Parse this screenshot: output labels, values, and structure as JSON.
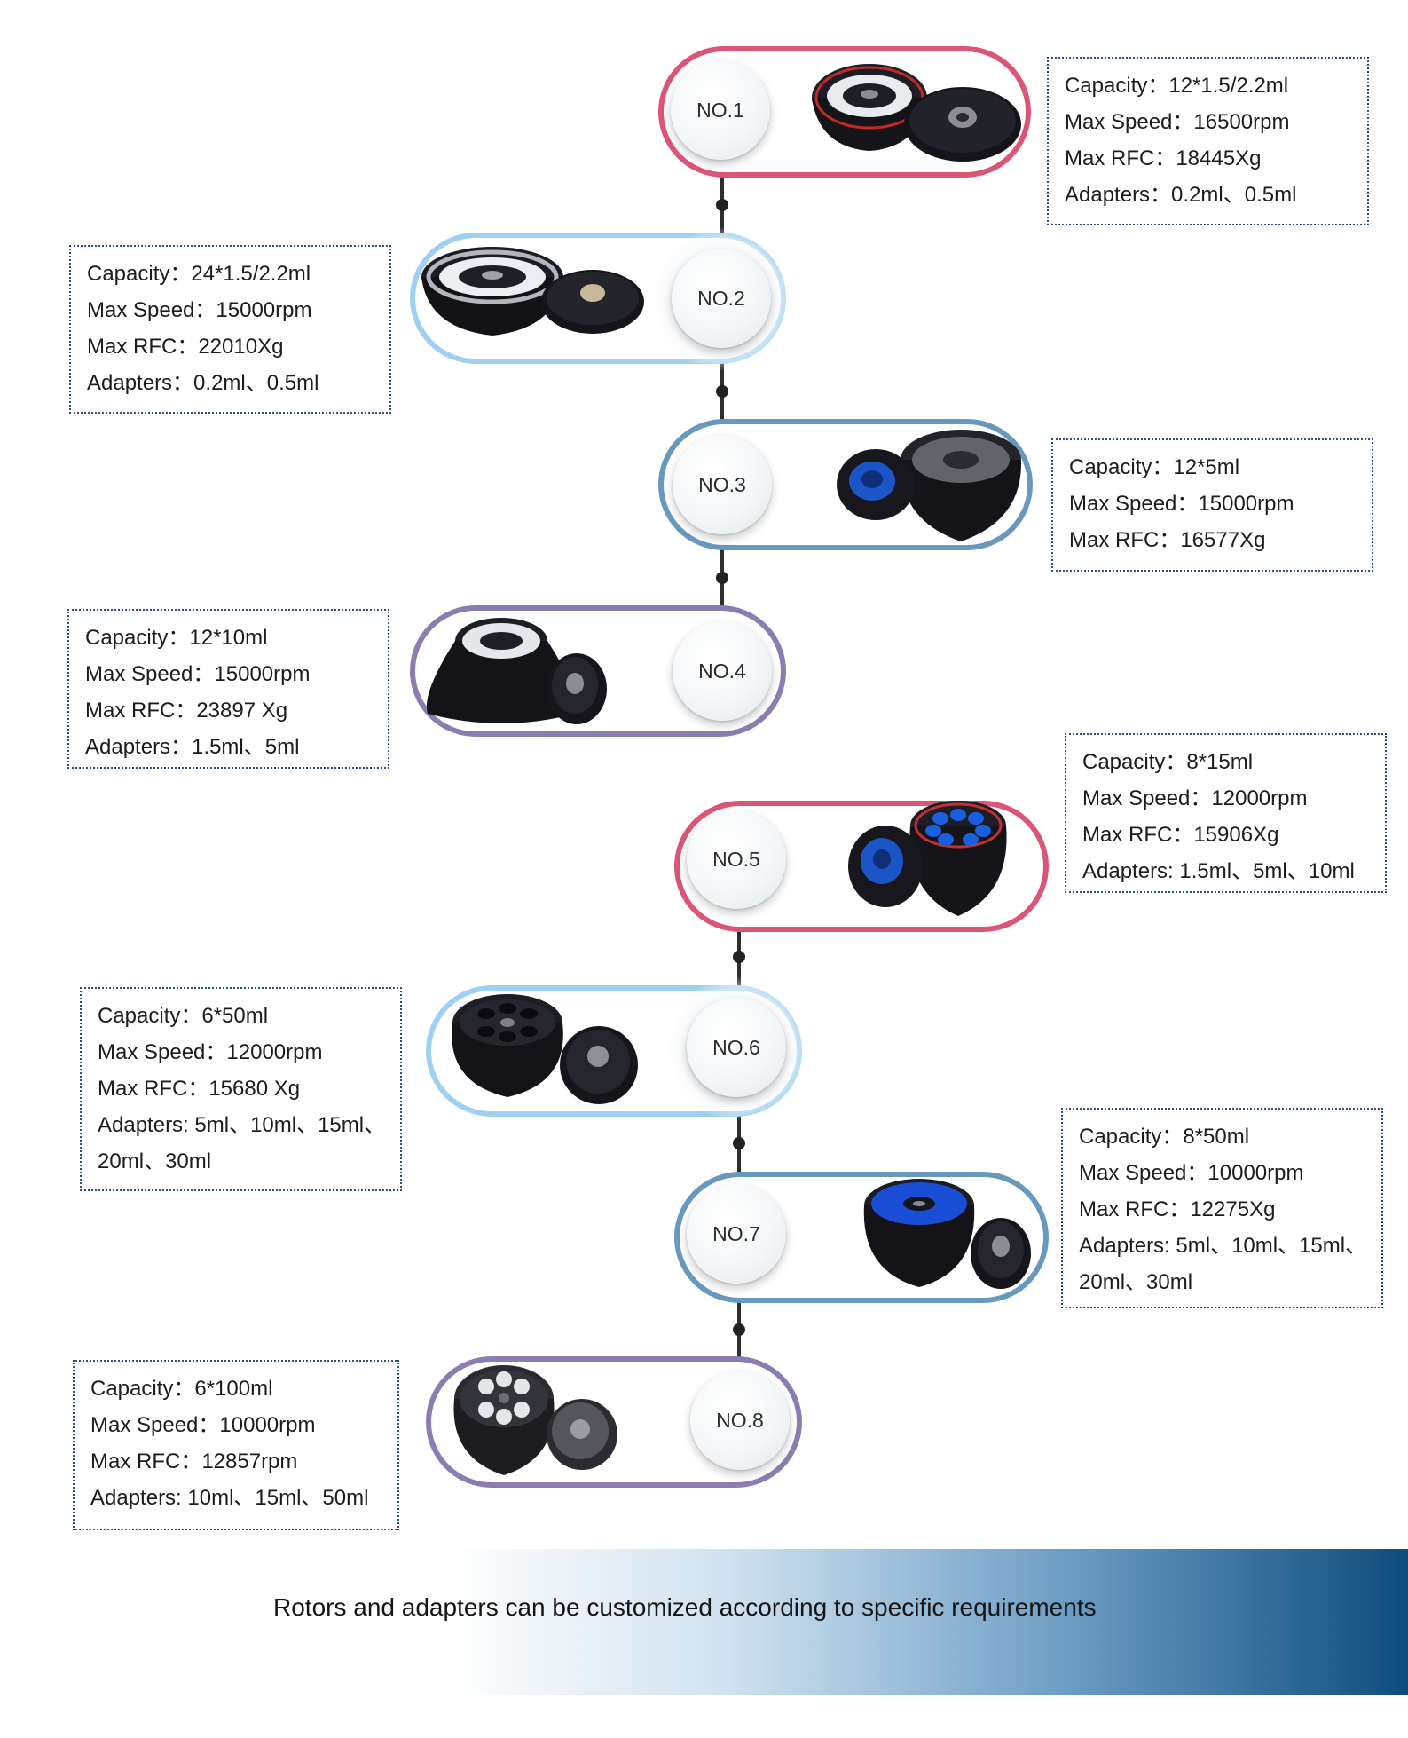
{
  "rotors": [
    {
      "label": "NO.1",
      "specs": [
        "Capacity：12*1.5/2.2ml",
        "Max Speed：16500rpm",
        "Max RFC：18445Xg",
        "Adapters：0.2ml、0.5ml"
      ]
    },
    {
      "label": "NO.2",
      "specs": [
        "Capacity：24*1.5/2.2ml",
        "Max Speed：15000rpm",
        "Max RFC：22010Xg",
        "Adapters：0.2ml、0.5ml"
      ]
    },
    {
      "label": "NO.3",
      "specs": [
        "Capacity：12*5ml",
        "Max Speed：15000rpm",
        "Max RFC：16577Xg"
      ]
    },
    {
      "label": "NO.4",
      "specs": [
        "Capacity：12*10ml",
        "Max Speed：15000rpm",
        "Max RFC：23897 Xg",
        "Adapters：1.5ml、5ml"
      ]
    },
    {
      "label": "NO.5",
      "specs": [
        "Capacity：8*15ml",
        "Max Speed：12000rpm",
        "Max RFC：15906Xg",
        "Adapters: 1.5ml、5ml、10ml"
      ]
    },
    {
      "label": "NO.6",
      "specs": [
        "Capacity：6*50ml",
        "Max Speed：12000rpm",
        "Max RFC：15680 Xg",
        "Adapters: 5ml、10ml、15ml、",
        "20ml、30ml"
      ]
    },
    {
      "label": "NO.7",
      "specs": [
        "Capacity：8*50ml",
        "Max Speed：10000rpm",
        "Max RFC：12275Xg",
        "Adapters: 5ml、10ml、15ml、",
        "20ml、30ml"
      ]
    },
    {
      "label": "NO.8",
      "specs": [
        "Capacity：6*100ml",
        "Max Speed：10000rpm",
        "Max RFC：12857rpm",
        "Adapters: 10ml、15ml、50ml"
      ]
    }
  ],
  "footer": {
    "text": "Rotors and adapters can be customized according to specific requirements"
  },
  "colors": {
    "pink": "#db5577",
    "light_blue": "#9fd0f1",
    "steel_blue": "#6898bd",
    "purple": "#8c7db0",
    "spec_border": "#2d4f84",
    "banner_dark": "#0e4c7d",
    "rotor_body": "#151520",
    "tube_blue": "#1a5fe0"
  }
}
